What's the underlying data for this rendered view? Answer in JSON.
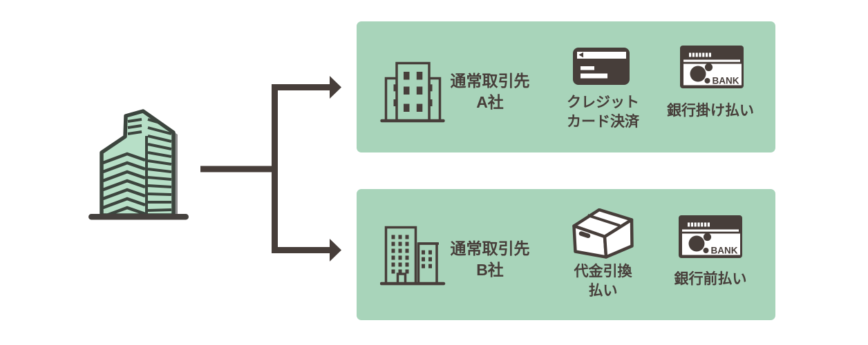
{
  "colors": {
    "background": "#ffffff",
    "panel_green": "#a8d4ba",
    "dark": "#473e3a",
    "building_fill": "#b7dfc7",
    "building_outline": "#3c453e",
    "shadow_gray": "#8f8f8f",
    "base_gray": "#45413e",
    "white": "#ffffff"
  },
  "source": {
    "icon": "skyscraper-icon",
    "connects_to": [
      "partner-a-panel",
      "partner-b-panel"
    ]
  },
  "panels": [
    {
      "id": "partner-a",
      "company": {
        "icon": "office-building-icon",
        "name_line1": "通常取引先",
        "name_line2": "A社"
      },
      "payments": [
        {
          "icon": "credit-card-icon",
          "label_line1": "クレジット",
          "label_line2": "カード決済"
        },
        {
          "icon": "bank-passbook-icon",
          "badge_text": "BANK",
          "label_line1": "銀行掛け払い"
        }
      ]
    },
    {
      "id": "partner-b",
      "company": {
        "icon": "two-buildings-icon",
        "name_line1": "通常取引先",
        "name_line2": "B社"
      },
      "payments": [
        {
          "icon": "package-box-icon",
          "label_line1": "代金引換",
          "label_line2": "払い"
        },
        {
          "icon": "bank-passbook-icon",
          "badge_text": "BANK",
          "label_line1": "銀行前払い"
        }
      ]
    }
  ]
}
